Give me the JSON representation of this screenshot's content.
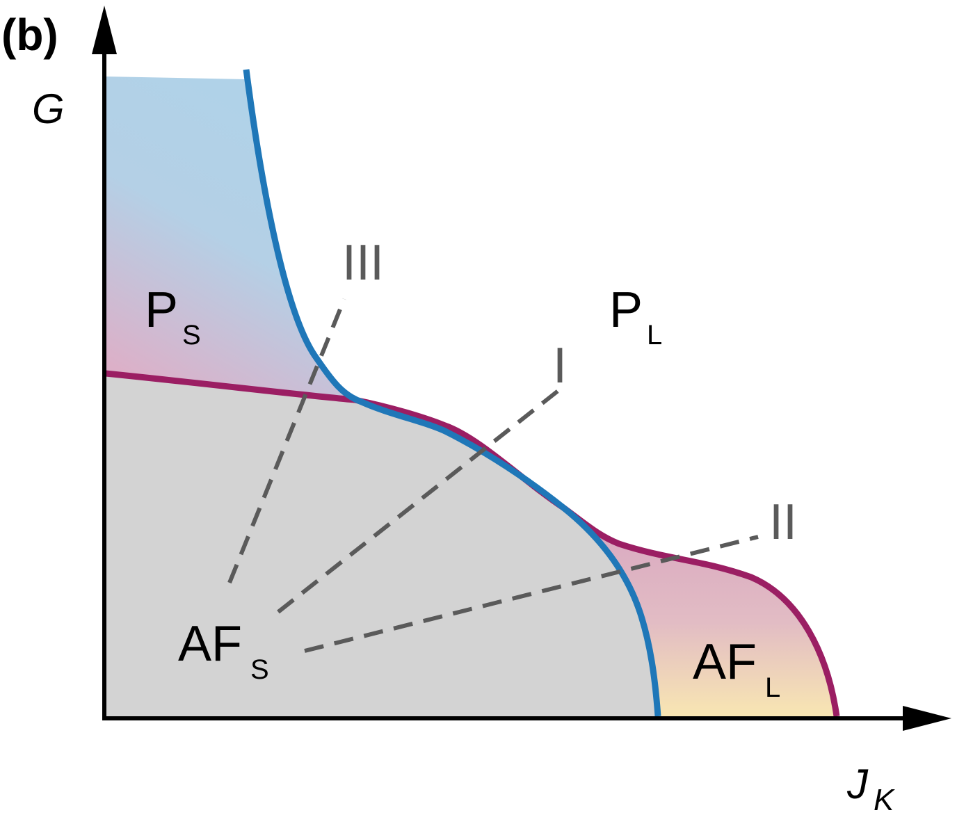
{
  "panel_label": "(b)",
  "axes": {
    "y_label": "G",
    "x_label_main": "J",
    "x_label_sub": "K"
  },
  "phases": {
    "ps": {
      "main": "P",
      "sub": "S"
    },
    "pl": {
      "main": "P",
      "sub": "L"
    },
    "afs": {
      "main": "AF",
      "sub": "S"
    },
    "afl": {
      "main": "AF",
      "sub": "L"
    }
  },
  "paths": {
    "I": "I",
    "II": "II",
    "III": "III"
  },
  "colors": {
    "blue_boundary": "#1f77b8",
    "magenta_boundary": "#9b1e63",
    "af_region_gray": "#d3d3d3",
    "ps_region_top": "#b0d2e8",
    "ps_region_bottom": "#dcb2c8",
    "afl_region_top": "#d8a8c2",
    "afl_region_bottom": "#f6e4b4",
    "dashed_path": "#5a5a5a"
  }
}
